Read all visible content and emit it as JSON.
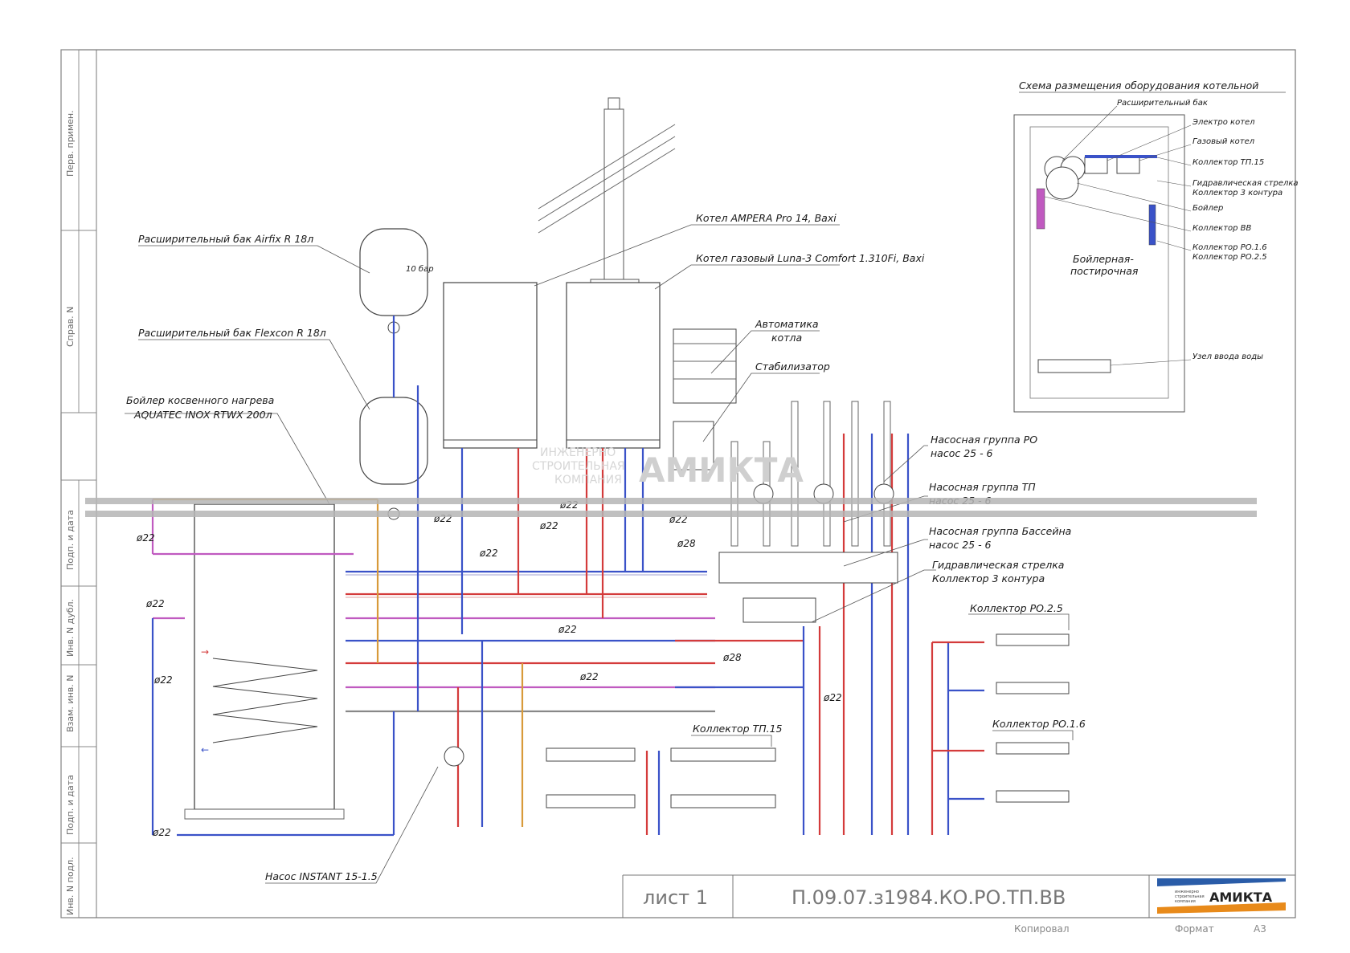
{
  "side_stamps": [
    "Перв. примен.",
    "Справ. N",
    "Подп. и дата",
    "Инв. N дубл.",
    "Взам. инв. N",
    "Подп. и дата",
    "Инв. N подл."
  ],
  "labels": {
    "exp_tank_airfix": "Расширительный бак Airfix R 18л",
    "exp_tank_flexcon": "Расширительный бак Flexcon R 18л",
    "tank_pressure": "10 бар",
    "boiler_indirect_1": "Бойлер косвенного нагрева",
    "boiler_indirect_2": "AQUATEC INOX RTWX 200л",
    "boiler_ampera": "Котел AMPERA Pro 14, Baxi",
    "boiler_gas": "Котел газовый Luna-3 Comfort 1.310Fi, Baxi",
    "automation_1": "Автоматика",
    "automation_2": "котла",
    "stabilizer": "Стабилизатор",
    "pump_ro_1": "Насосная группа РО",
    "pump_ro_2": "насос 25 - 6",
    "pump_tp_1": "Насосная группа ТП",
    "pump_tp_2": "насос 25 - 6",
    "pump_pool_1": "Насосная группа Бассейна",
    "pump_pool_2": "насос 25 - 6",
    "hydro_1": "Гидравлическая стрелка",
    "hydro_2": "Коллектор 3 контура",
    "coll_ro25": "Коллектор РО.2.5",
    "coll_ro16": "Коллектор РО.1.6",
    "coll_tp15": "Коллектор ТП.15",
    "pump_instant": "Насос INSTANT 15-1.5",
    "d22": "ø22",
    "d28": "ø28"
  },
  "inset": {
    "title": "Схема размещения оборудования котельной",
    "labels": [
      "Расширительный бак",
      "Электро котел",
      "Газовый котел",
      "Коллектор ТП.15",
      "Гидравлическая стрелка",
      "Коллектор 3 контура",
      "Бойлер",
      "Коллектор ВВ",
      "Коллектор РО.1.6",
      "Коллектор РО.2.5",
      "Узел ввода воды"
    ],
    "room_1": "Бойлерная-",
    "room_2": "постирочная"
  },
  "watermark": {
    "brand": "АМИКТА",
    "line1": "ИНЖЕНЕРНО",
    "line2": "СТРОИТЕЛЬНАЯ",
    "line3": "КОМПАНИЯ"
  },
  "title_block": {
    "sheet": "лист 1",
    "code": "П.09.07.з1984.КО.РО.ТП.ВВ",
    "logo_text": "АМИКТА",
    "logo_sub1": "инженерно",
    "logo_sub2": "строительная",
    "logo_sub3": "компания",
    "copied": "Копировал",
    "format_label": "Формат",
    "format_value": "А3"
  },
  "colors": {
    "supply": "#d43b3b",
    "return": "#3a52c8",
    "pink": "#c05ac0",
    "orange": "#d89a3a",
    "accent_blue": "#2a5ca8",
    "accent_orange": "#e88a1a"
  }
}
